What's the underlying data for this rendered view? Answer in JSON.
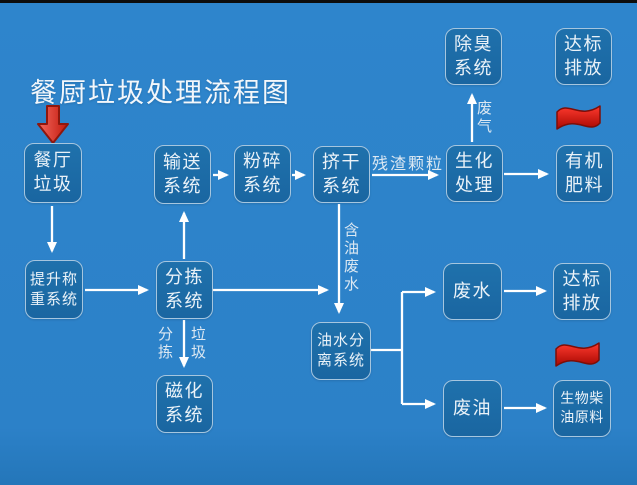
{
  "title": "餐厨垃圾处理流程图",
  "nodes": {
    "restaurant_waste": {
      "label": "餐厅\n垃圾"
    },
    "conveying": {
      "label": "输送\n系统"
    },
    "crushing": {
      "label": "粉碎\n系统"
    },
    "squeezing": {
      "label": "挤干\n系统"
    },
    "biochemical": {
      "label": "生化\n处理"
    },
    "organic_fertilizer": {
      "label": "有机\n肥料"
    },
    "deodorizing": {
      "label": "除臭\n系统"
    },
    "discharge_top": {
      "label": "达标\n排放"
    },
    "lifting_weighing": {
      "label": "提升称\n重系统"
    },
    "sorting": {
      "label": "分拣\n系统"
    },
    "magnetizing": {
      "label": "磁化\n系统"
    },
    "oil_water_separation": {
      "label": "油水分\n离系统"
    },
    "waste_water": {
      "label": "废水"
    },
    "discharge_bottom": {
      "label": "达标\n排放"
    },
    "waste_oil": {
      "label": "废油"
    },
    "biodiesel": {
      "label": "生物柴\n油原料"
    }
  },
  "edge_labels": {
    "residue_particles": "残渣颗粒",
    "waste_gas": "废气",
    "oily_wastewater": "含油废水",
    "sorting_out": "分拣",
    "garbage": "垃圾"
  },
  "icons": {
    "start_arrow": "red-down-arrow",
    "flag_top": "red-flag",
    "flag_bottom": "red-flag"
  },
  "colors": {
    "background": "#2C81C8",
    "node_fill": "#1B69A4",
    "node_border": "#A6C6DF",
    "node_text": "#EAF2F8",
    "connector": "#FFFFFF",
    "label_text": "#DCE8F2",
    "flag_red": "#D40F06",
    "title_text": "#F3F7FB"
  }
}
